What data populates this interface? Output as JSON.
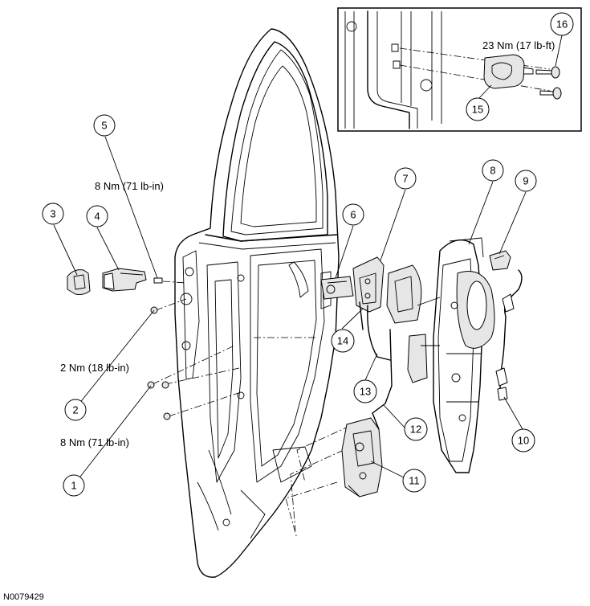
{
  "callouts": [
    "1",
    "2",
    "3",
    "4",
    "5",
    "6",
    "7",
    "8",
    "9",
    "10",
    "11",
    "12",
    "13",
    "14",
    "15",
    "16"
  ],
  "torque_labels": {
    "t5": "8 Nm (71 lb-in)",
    "t2": "2 Nm (18 lb-in)",
    "t1": "8 Nm (71 lb-in)",
    "t16": "23 Nm (17 lb-ft)"
  },
  "figure_id": "N0079429"
}
